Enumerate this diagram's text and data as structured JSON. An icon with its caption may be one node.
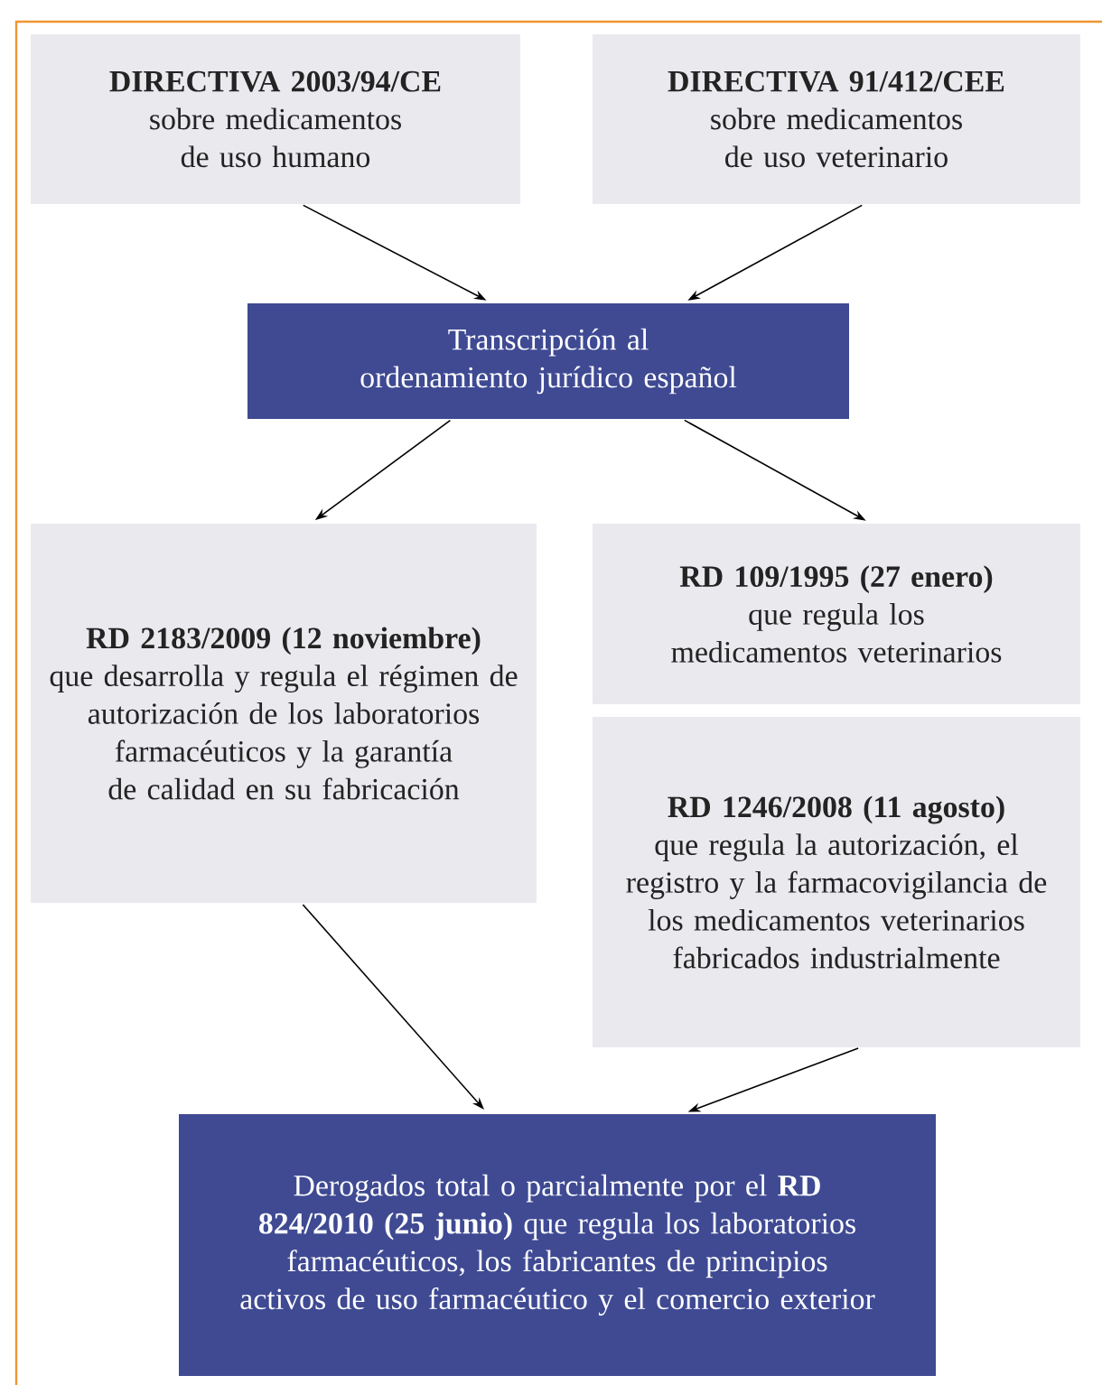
{
  "diagram": {
    "nodes": [
      {
        "text": [
          "DIRECTIVA 2003/94/CE",
          "sobre medicamentos de uso humano"
        ]
      },
      {
        "text": [
          "DIRECTIVA 91/412/CEE",
          "sobre medicamentos de uso veterinario"
        ]
      },
      {
        "text": [
          "Transcripción al ordenamiento jurídico español"
        ]
      },
      {
        "text": [
          "RD 2183/2009 (12 noviembre)",
          "que desarrolla y regula el régimen de autorización de los laboratorios farmacéuticos y la garantía de calidad en su fabricación"
        ]
      },
      {
        "text": [
          "RD 109/1995 (27 enero)",
          "que regula los medicamentos veterinarios"
        ]
      },
      {
        "text": [
          "RD 1246/2008 (11 agosto)",
          "que regula la autorización, el registro y la farmacovigilancia de los medicamentos veterinarios fabricados industrialmente"
        ]
      },
      {
        "text": [
          "Derogados total o parcialmente por el **RD 824/2010 (25 junio)** que regula los laboratorios farmacéuticos, los fabricantes de principios activos de uso farmacéutico y el comercio exterior"
        ]
      }
    ],
    "edges": [
      {
        "from": 0,
        "to": 2,
        "arrow": "to"
      },
      {
        "from": 1,
        "to": 2,
        "arrow": "to"
      },
      {
        "from": 2,
        "to": 3,
        "arrow": "to"
      },
      {
        "from": 2,
        "to": 4,
        "arrow": "to"
      },
      {
        "from": 3,
        "to": 6,
        "arrow": "to"
      },
      {
        "from": 5,
        "to": 6,
        "arrow": "to"
      }
    ]
  }
}
